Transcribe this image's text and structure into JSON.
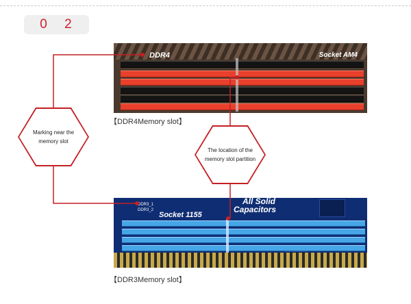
{
  "step_number": "0 2",
  "ddr4_board": {
    "label_ddr4": "DDR4",
    "label_socket": "Socket AM4",
    "caption": "【DDR4Memory slot】"
  },
  "ddr3_board": {
    "label_all_solid": "All Solid",
    "label_capacitors": "Capacitors",
    "label_socket": "Socket 1155",
    "slot_mark": "DDR3_1\nDDR3_2",
    "caption": "【DDR3Memory slot】"
  },
  "callouts": {
    "marking": "Marking near the memory slot",
    "partition": "The location of the memory slot partition"
  },
  "colors": {
    "accent": "#c41f24",
    "ddr4_slot_red": "#e8402c",
    "ddr3_slot_blue": "#46a6e6"
  }
}
